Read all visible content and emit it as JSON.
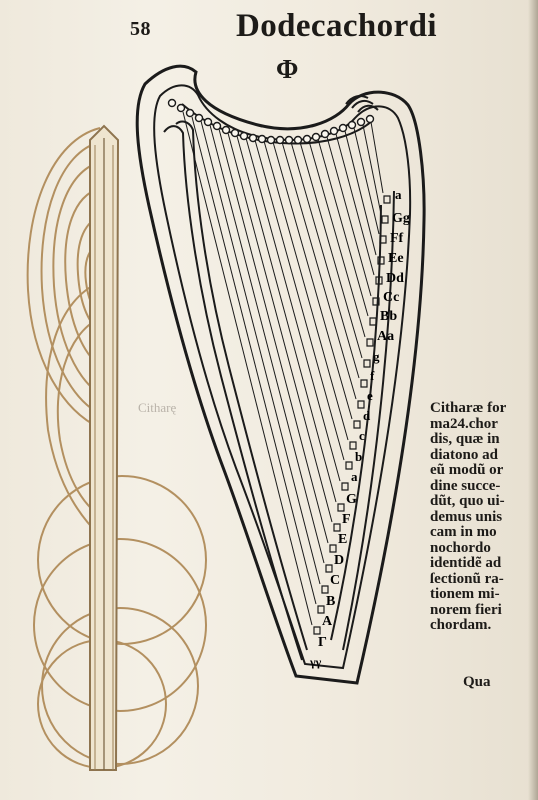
{
  "header": {
    "page_number": "58",
    "running_head": "Dodecachordi",
    "section_mark": "Φ"
  },
  "show_through": {
    "label": "Citharę"
  },
  "harp": {
    "string_labels": [
      "a",
      "Gg",
      "Ff",
      "Ee",
      "Dd",
      "Cc",
      "Bb",
      "Aa",
      "g",
      "f",
      "e",
      "d",
      "c",
      "b",
      "a",
      "G",
      "F",
      "E",
      "D",
      "C",
      "B",
      "A",
      "Γ",
      "γγ"
    ],
    "icon": "harp-icon"
  },
  "monochord": {
    "icon": "monochord-icon"
  },
  "caption": {
    "lines": [
      "Citharæ for",
      "ma24.chor",
      "dis, quæ in",
      "diatono ad",
      "eũ modũ or",
      "dine succe-",
      "dũt, quo ui-",
      "demus unis",
      "cam in mo",
      "nochordo",
      "identidẽ ad",
      "ſectionũ ra-",
      "tionem mi-",
      "norem fieri",
      "chordam."
    ]
  },
  "catchword": "Qua"
}
